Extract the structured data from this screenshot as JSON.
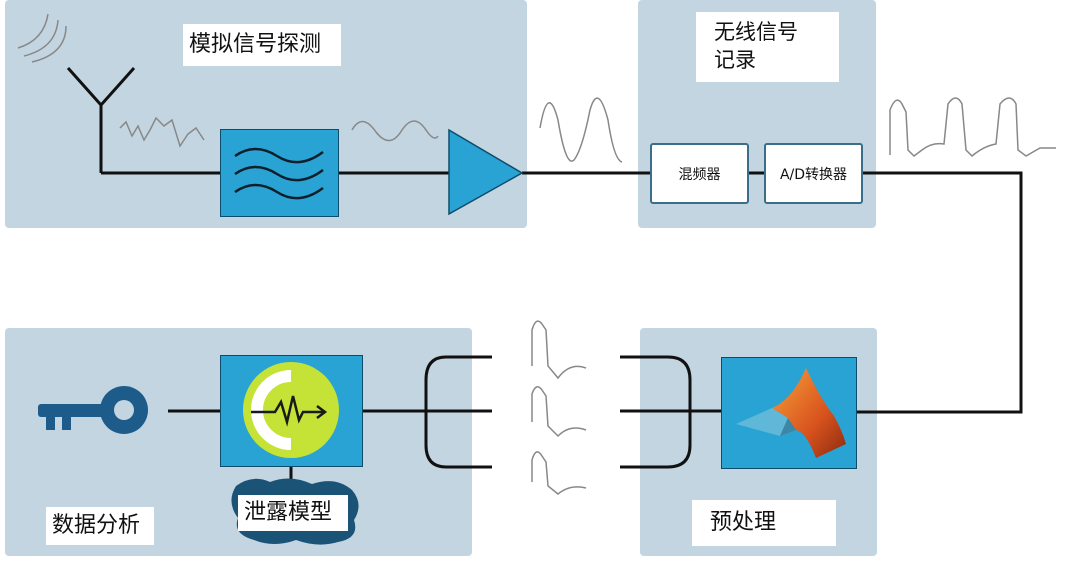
{
  "stages": {
    "detection": {
      "label": "模拟信号探测"
    },
    "recording": {
      "label_line1": "无线信号",
      "label_line2": "记录"
    },
    "preprocessing": {
      "label": "预处理"
    },
    "analysis": {
      "label": "数据分析"
    }
  },
  "components": {
    "mixer": "混频器",
    "adc": "A/D转换器",
    "leakage_model": "泄露模型"
  },
  "colors": {
    "panel": "#c3d5e0",
    "component_blue": "#29a3d3",
    "key": "#1d5b8a",
    "model_green": "#c5e337"
  }
}
